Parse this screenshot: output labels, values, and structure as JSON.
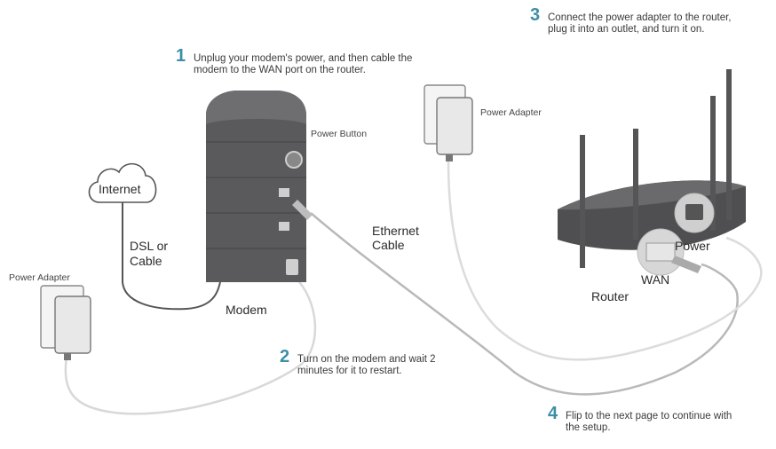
{
  "steps": [
    {
      "number": "1",
      "line1": "Unplug your modem's power, and then cable the",
      "line2": "modem to the WAN port on the router."
    },
    {
      "number": "2",
      "line1": "Turn on the modem and wait 2",
      "line2": "minutes for it to restart."
    },
    {
      "number": "3",
      "line1": "Connect the power adapter to the router,",
      "line2": "plug it into an outlet, and turn it on."
    },
    {
      "number": "4",
      "line1": "Flip to the next page to continue with",
      "line2": "the setup."
    }
  ],
  "labels": {
    "internet": "Internet",
    "dsl_line1": "DSL or",
    "dsl_line2": "Cable",
    "modem": "Modem",
    "power_button": "Power Button",
    "ethernet_line1": "Ethernet",
    "ethernet_line2": "Cable",
    "power_adapter_left": "Power Adapter",
    "power_adapter_right": "Power Adapter",
    "router": "Router",
    "wan": "WAN",
    "power": "Power"
  },
  "colors": {
    "accent": "#3d8ea6",
    "device_dark": "#4a4a4c",
    "cable": "#d6d6d6"
  }
}
